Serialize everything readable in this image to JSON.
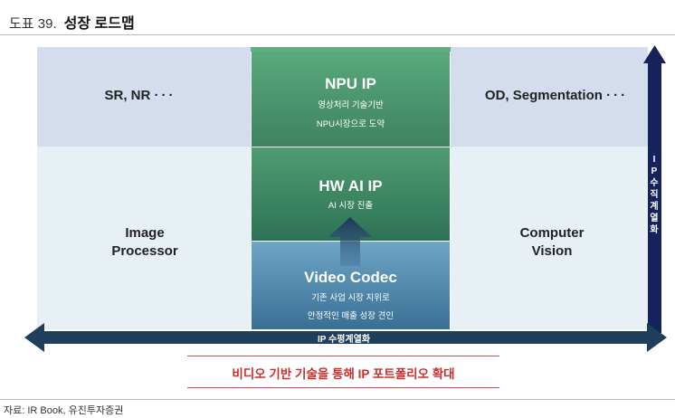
{
  "header": {
    "figure_number": "도표 39.",
    "title": "성장 로드맵"
  },
  "diagram": {
    "left_top": {
      "label": "SR, NR",
      "dots": "···"
    },
    "right_top": {
      "label": "OD, Segmentation",
      "dots": "···"
    },
    "left_bottom": {
      "line1": "Image",
      "line2": "Processor"
    },
    "right_bottom": {
      "line1": "Computer",
      "line2": "Vision"
    },
    "npu": {
      "title": "NPU IP",
      "sub1": "영상처리 기술기반",
      "sub2": "NPU시장으로 도약"
    },
    "hw": {
      "title": "HW AI IP",
      "sub1": "AI 시장 진출"
    },
    "video": {
      "title": "Video Codec",
      "sub1": "기존 사업 시장 지위로",
      "sub2": "안정적인 매출 성장 견인"
    },
    "vertical_axis_label": [
      "I",
      "P",
      "수",
      "직",
      "계",
      "열",
      "화"
    ],
    "horizontal_axis_label": "IP 수평계열화",
    "tagline": "비디오 기반 기술을 통해 IP 포트폴리오 확대"
  },
  "footer": {
    "source": "자료: IR Book, 유진투자증권"
  },
  "colors": {
    "top_band": "#d3dded",
    "bottom_band": "#e6f0f5",
    "npu_green": "#5aa97b",
    "hw_green": "#2d7255",
    "video_blue": "#3a6f95",
    "axis_navy": "#1f3f5c",
    "vertical_arrow": "#16235a",
    "tagline_red": "#c9302c"
  }
}
